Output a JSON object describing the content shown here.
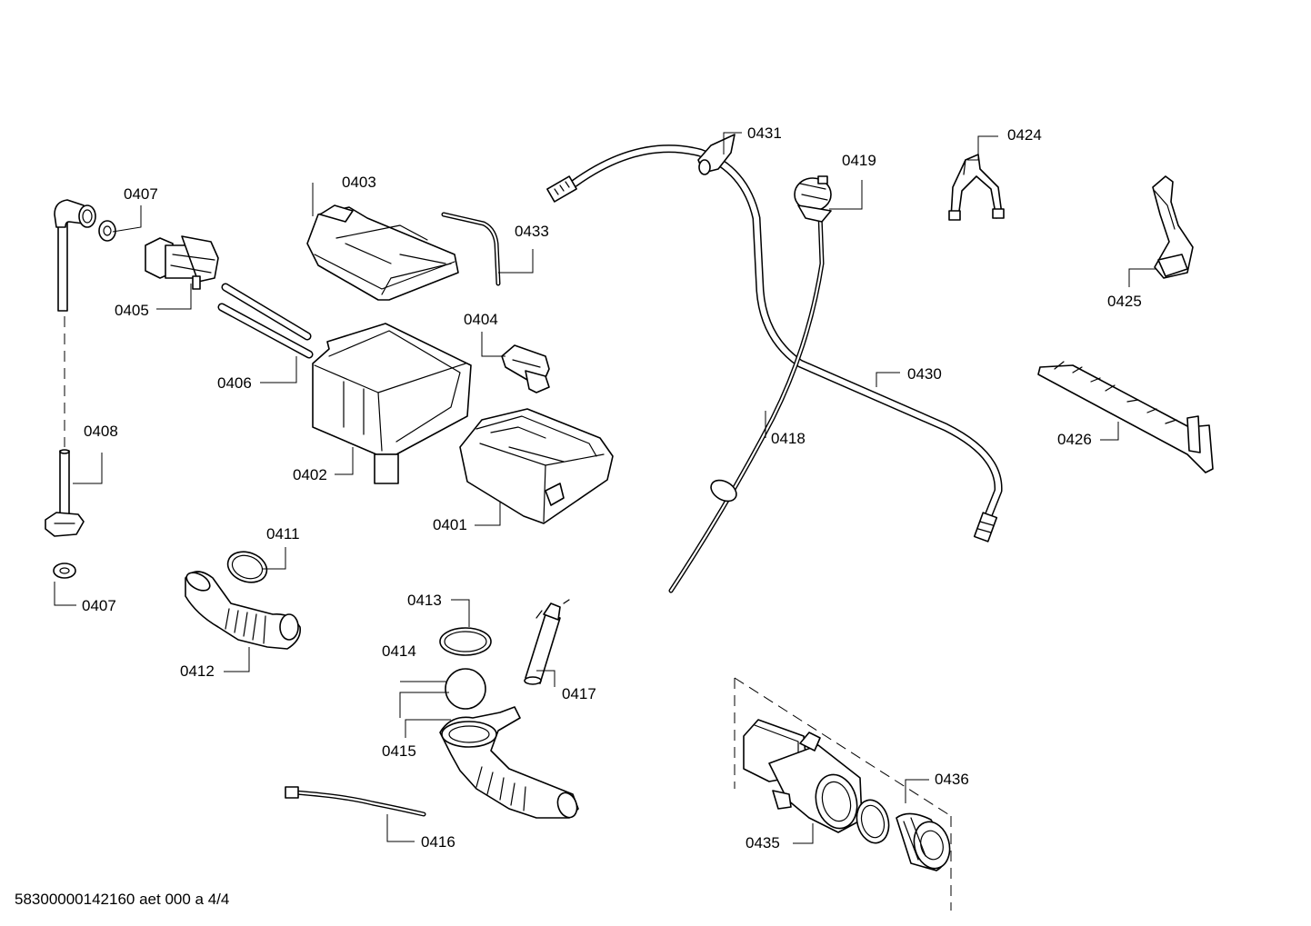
{
  "diagram": {
    "callouts": {
      "c0401": "0401",
      "c0402": "0402",
      "c0403": "0403",
      "c0404": "0404",
      "c0405": "0405",
      "c0406": "0406",
      "c0407a": "0407",
      "c0407b": "0407",
      "c0408": "0408",
      "c0411": "0411",
      "c0412": "0412",
      "c0413": "0413",
      "c0414": "0414",
      "c0415": "0415",
      "c0416": "0416",
      "c0417": "0417",
      "c0418": "0418",
      "c0419": "0419",
      "c0424": "0424",
      "c0425": "0425",
      "c0426": "0426",
      "c0430": "0430",
      "c0431": "0431",
      "c0433": "0433",
      "c0435": "0435",
      "c0436": "0436"
    }
  },
  "footer": {
    "doc_code": "58300000142160 aet 000 a 4/4"
  }
}
